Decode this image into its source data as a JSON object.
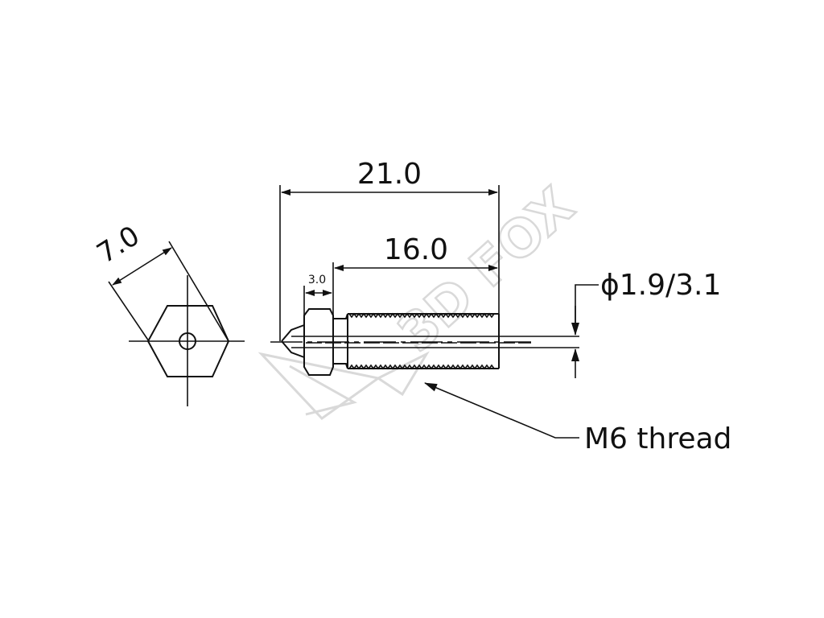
{
  "drawing": {
    "dimensions": {
      "overall_length": "21.0",
      "thread_length": "16.0",
      "neck_length": "3.0",
      "hex_width": "7.0",
      "bore_diameter": "ϕ1.9/3.1"
    },
    "callouts": {
      "thread": "M6 thread"
    },
    "watermark": "3D FOX",
    "colors": {
      "line": "#111111",
      "watermark": "#d9d9d9",
      "background": "#ffffff"
    }
  }
}
